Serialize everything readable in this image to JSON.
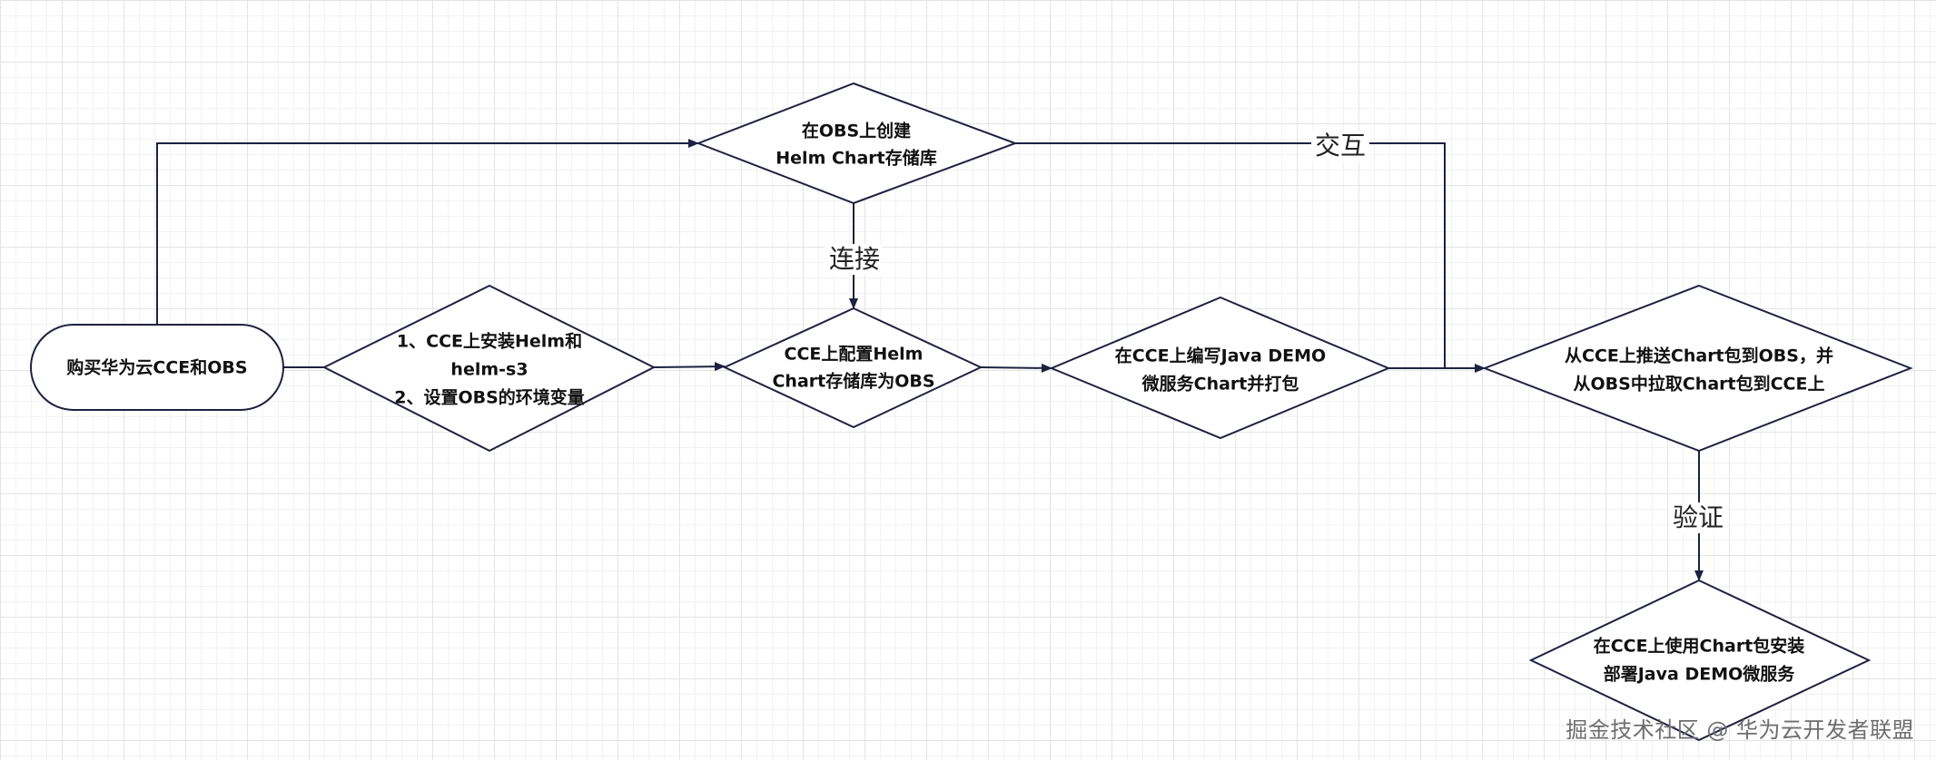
{
  "nodes": {
    "buy": "购买华为云CCE和OBS",
    "install": [
      "1、CCE上安装Helm和",
      "helm-s3",
      "2、设置OBS的环境变量"
    ],
    "create_repo": [
      "在OBS上创建",
      "Helm Chart存储库"
    ],
    "configure": [
      "CCE上配置Helm",
      "Chart存储库为OBS"
    ],
    "write_demo": [
      "在CCE上编写Java DEMO",
      "微服务Chart并打包"
    ],
    "push_pull": [
      "从CCE上推送Chart包到OBS，并",
      "从OBS中拉取Chart包到CCE上"
    ],
    "deploy": [
      "在CCE上使用Chart包安装",
      "部署Java DEMO微服务"
    ]
  },
  "edge_labels": {
    "connect": "连接",
    "interact": "交互",
    "verify": "验证"
  },
  "watermark": "掘金技术社区 @ 华为云开发者联盟",
  "colors": {
    "stroke": "#1e2140",
    "shape_fill": "#ffffff",
    "grid": "#e4e4e4"
  }
}
